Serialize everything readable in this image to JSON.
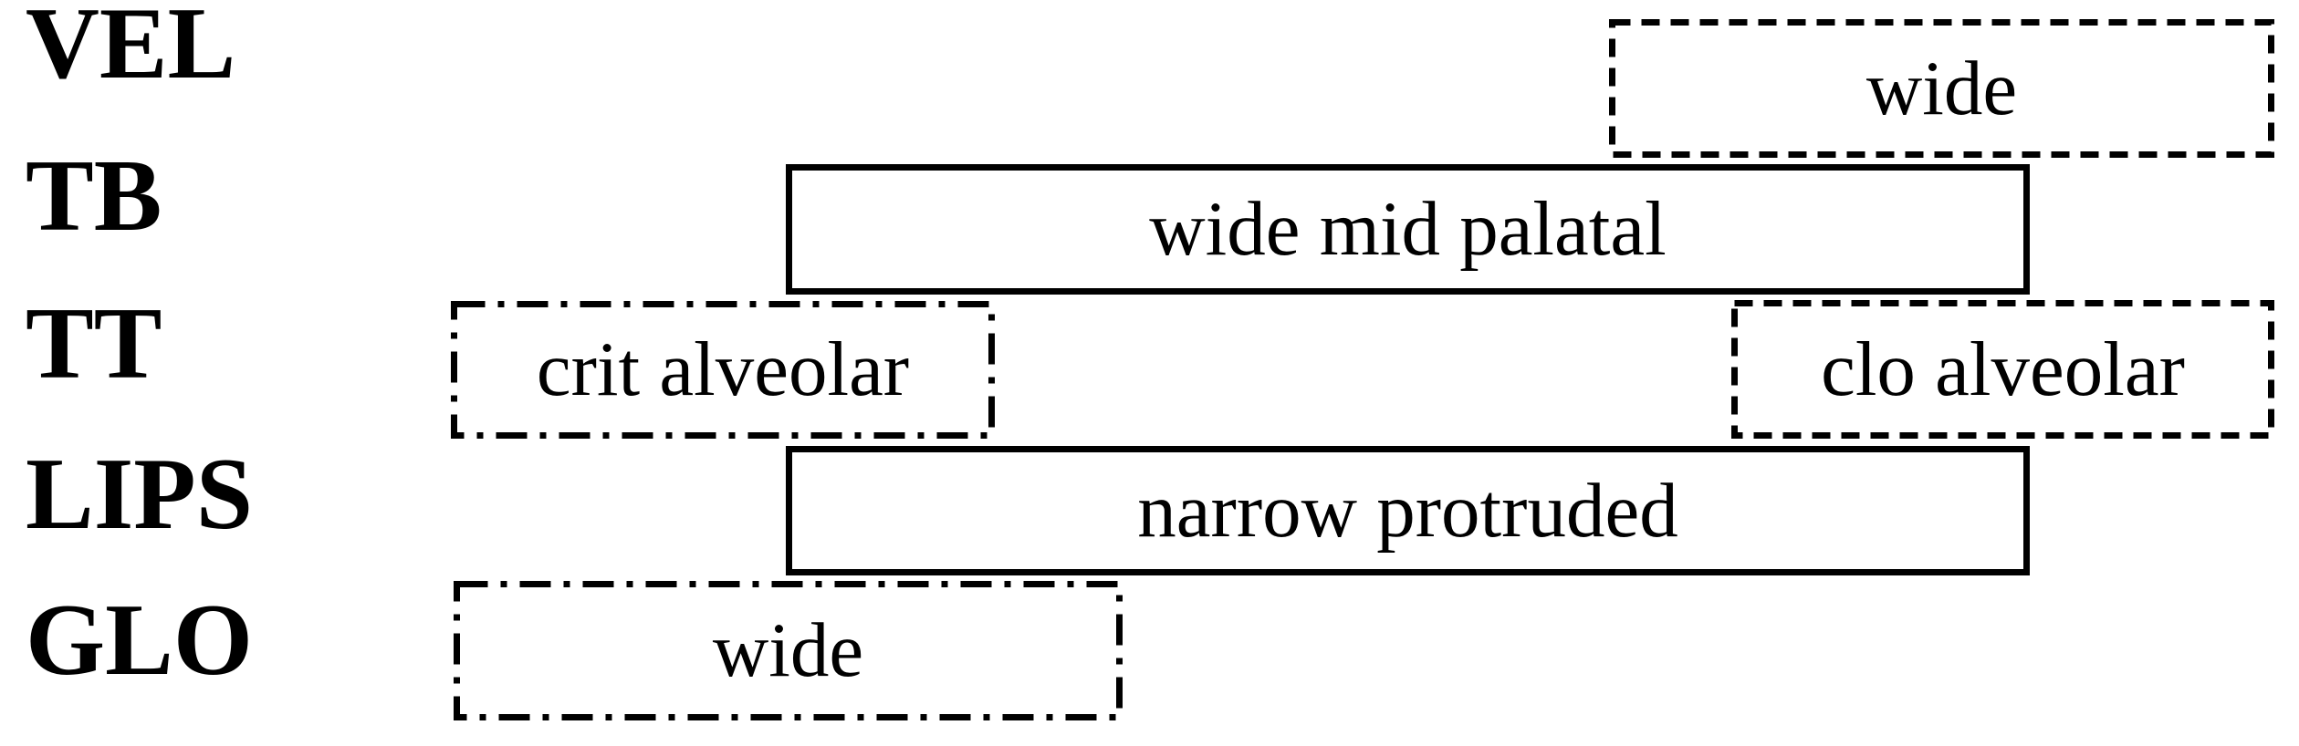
{
  "figure": {
    "kind": "gestural-score",
    "background_color": "#ffffff",
    "line_color": "#000000"
  },
  "tiers": [
    {
      "label": "VEL"
    },
    {
      "label": "TB"
    },
    {
      "label": "TT"
    },
    {
      "label": "LIPS"
    },
    {
      "label": "GLO"
    }
  ],
  "gestures": [
    {
      "tier": "VEL",
      "label": "wide",
      "border_style": "dashed"
    },
    {
      "tier": "TB",
      "label": "wide mid palatal",
      "border_style": "solid"
    },
    {
      "tier": "TT",
      "label": "crit alveolar",
      "border_style": "dash-dot"
    },
    {
      "tier": "TT",
      "label": "clo alveolar",
      "border_style": "dashed"
    },
    {
      "tier": "LIPS",
      "label": "narrow protruded",
      "border_style": "solid"
    },
    {
      "tier": "GLO",
      "label": "wide",
      "border_style": "dash-dot"
    }
  ]
}
